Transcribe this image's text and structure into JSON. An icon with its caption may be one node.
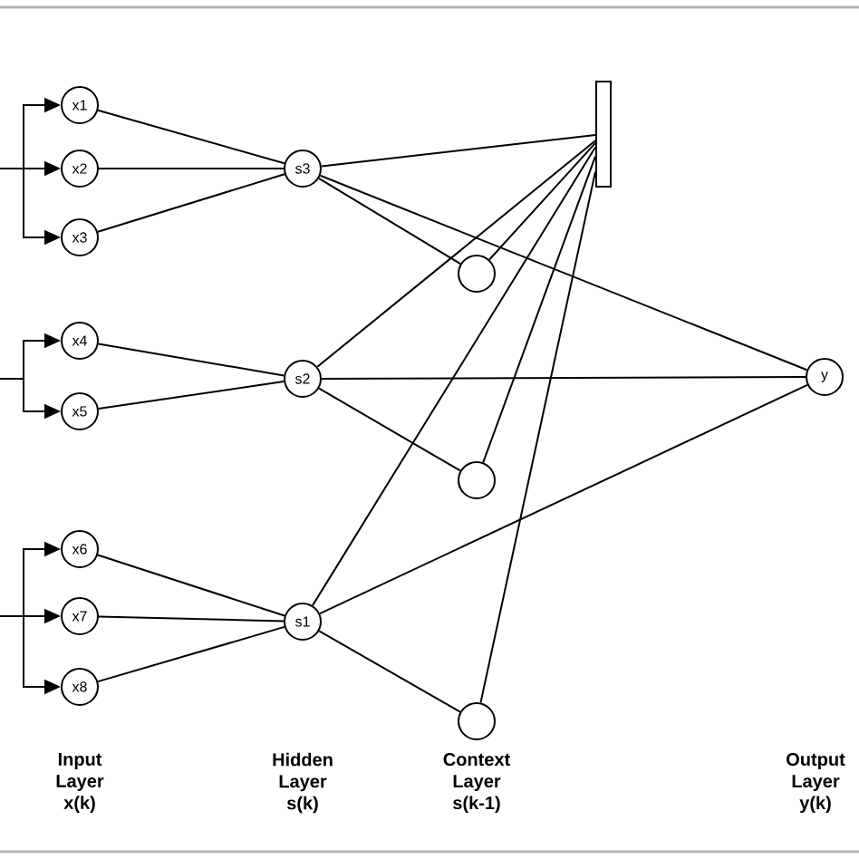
{
  "diagram": {
    "nodes": [
      {
        "text": [
          "x1"
        ]
      },
      {
        "text": [
          "x2"
        ]
      },
      {
        "text": [
          "x3"
        ]
      },
      {
        "text": [
          "x4"
        ]
      },
      {
        "text": [
          "x5"
        ]
      },
      {
        "text": [
          "x6"
        ]
      },
      {
        "text": [
          "x7"
        ]
      },
      {
        "text": [
          "x8"
        ]
      },
      {
        "text": [
          "s3"
        ]
      },
      {
        "text": [
          "s2"
        ]
      },
      {
        "text": [
          "s1"
        ]
      },
      {
        "text": [],
        "shape": "bar"
      },
      {
        "text": [],
        "shape": "circle"
      },
      {
        "text": [],
        "shape": "circle"
      },
      {
        "text": [],
        "shape": "circle"
      },
      {
        "text": [
          "y"
        ]
      }
    ],
    "edges": [
      {
        "from": null,
        "to": 0,
        "arrow": "to"
      },
      {
        "from": null,
        "to": 1,
        "arrow": "to"
      },
      {
        "from": null,
        "to": 2,
        "arrow": "to"
      },
      {
        "from": null,
        "to": 3,
        "arrow": "to"
      },
      {
        "from": null,
        "to": 4,
        "arrow": "to"
      },
      {
        "from": null,
        "to": 5,
        "arrow": "to"
      },
      {
        "from": null,
        "to": 6,
        "arrow": "to"
      },
      {
        "from": null,
        "to": 7,
        "arrow": "to"
      },
      {
        "from": 0,
        "to": 8,
        "arrow": "none"
      },
      {
        "from": 1,
        "to": 8,
        "arrow": "none"
      },
      {
        "from": 2,
        "to": 8,
        "arrow": "none"
      },
      {
        "from": 3,
        "to": 9,
        "arrow": "none"
      },
      {
        "from": 4,
        "to": 9,
        "arrow": "none"
      },
      {
        "from": 5,
        "to": 10,
        "arrow": "none"
      },
      {
        "from": 6,
        "to": 10,
        "arrow": "none"
      },
      {
        "from": 7,
        "to": 10,
        "arrow": "none"
      },
      {
        "from": 8,
        "to": 11,
        "arrow": "none"
      },
      {
        "from": 8,
        "to": 12,
        "arrow": "none"
      },
      {
        "from": 8,
        "to": 15,
        "arrow": "none"
      },
      {
        "from": 9,
        "to": 11,
        "arrow": "none"
      },
      {
        "from": 9,
        "to": 13,
        "arrow": "none"
      },
      {
        "from": 9,
        "to": 15,
        "arrow": "none"
      },
      {
        "from": 10,
        "to": 11,
        "arrow": "none"
      },
      {
        "from": 10,
        "to": 14,
        "arrow": "none"
      },
      {
        "from": 10,
        "to": 15,
        "arrow": "none"
      },
      {
        "from": 11,
        "to": 12,
        "arrow": "none"
      },
      {
        "from": 11,
        "to": 13,
        "arrow": "none"
      },
      {
        "from": 11,
        "to": 14,
        "arrow": "none"
      }
    ],
    "labels": [
      "Input Layer x(k)",
      "Hidden Layer s(k)",
      "Context Layer s(k-1)",
      "Output Layer y(k)"
    ]
  }
}
